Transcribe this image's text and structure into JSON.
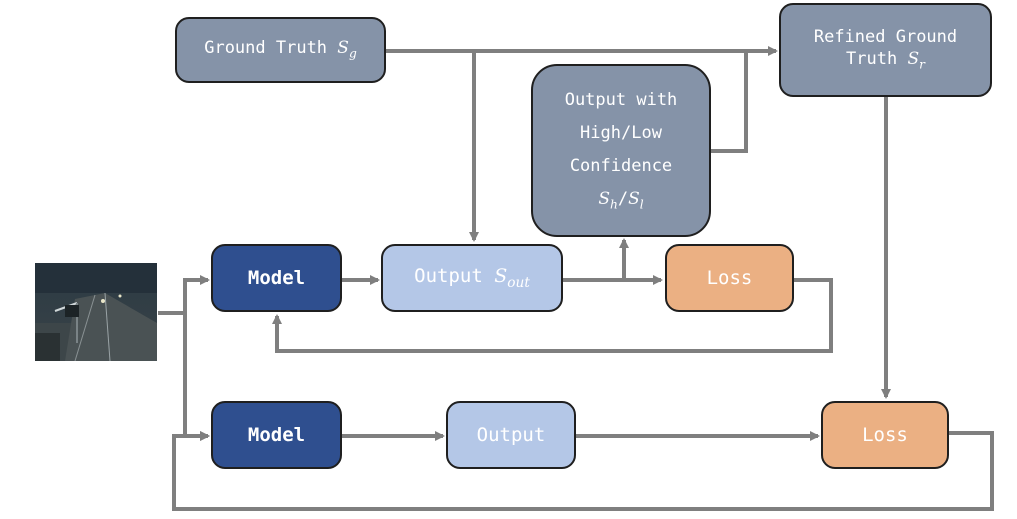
{
  "diagram": {
    "ground_truth": {
      "label": "Ground Truth ",
      "sym": "S",
      "sub": "g"
    },
    "refined_ground_truth": {
      "line1": "Refined Ground",
      "line2": "Truth ",
      "sym": "S",
      "sub": "r"
    },
    "confidence_output": {
      "line1": "Output with",
      "line2": "High/Low",
      "line3": "Confidence",
      "sym_a": "S",
      "sub_a": "h",
      "slash": "/",
      "sym_b": "S",
      "sub_b": "l"
    },
    "model_top": {
      "label": "Model"
    },
    "output_top": {
      "label": "Output ",
      "sym": "S",
      "sub": "out"
    },
    "loss_top": {
      "label": "Loss"
    },
    "model_bottom": {
      "label": "Model"
    },
    "output_bottom": {
      "label": "Output"
    },
    "loss_bottom": {
      "label": "Loss"
    }
  },
  "colors": {
    "gray_box": "#8593a8",
    "model_box": "#2f4f8f",
    "output_box": "#b4c7e7",
    "loss_box": "#ebb083",
    "arrow": "#7f7f7f"
  }
}
